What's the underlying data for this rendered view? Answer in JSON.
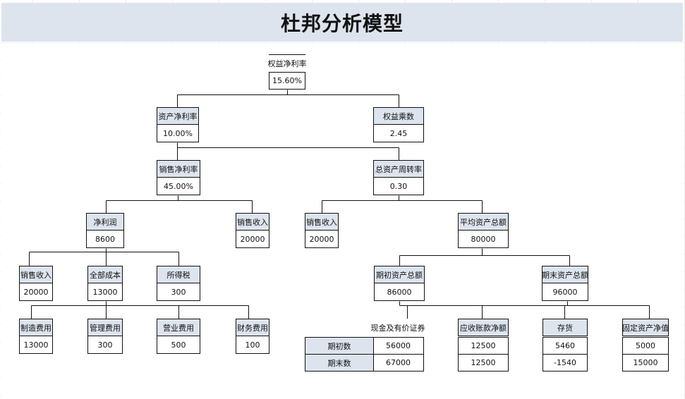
{
  "title": "杜邦分析模型",
  "nodes": {
    "roe": {
      "label": "权益净利率",
      "value": "15.60%"
    },
    "roa": {
      "label": "资产净利率",
      "value": "10.00%"
    },
    "equity_multiplier": {
      "label": "权益乘数",
      "value": "2.45"
    },
    "net_margin": {
      "label": "销售净利率",
      "value": "45.00%"
    },
    "asset_turnover": {
      "label": "总资产周转率",
      "value": "0.30"
    },
    "net_profit": {
      "label": "净利润",
      "value": "8600"
    },
    "sales_a": {
      "label": "销售收入",
      "value": "20000"
    },
    "sales_b": {
      "label": "销售收入",
      "value": "20000"
    },
    "avg_assets": {
      "label": "平均资产总额",
      "value": "80000"
    },
    "sales_c": {
      "label": "销售收入",
      "value": "20000"
    },
    "total_cost": {
      "label": "全部成本",
      "value": "13000"
    },
    "income_tax": {
      "label": "所得税",
      "value": "300"
    },
    "begin_assets": {
      "label": "期初资产总额",
      "value": "86000"
    },
    "end_assets": {
      "label": "期末资产总额",
      "value": "96000"
    },
    "mfg_cost": {
      "label": "制造费用",
      "value": "13000"
    },
    "admin_cost": {
      "label": "管理费用",
      "value": "300"
    },
    "selling_cost": {
      "label": "营业费用",
      "value": "500"
    },
    "finance_cost": {
      "label": "财务费用",
      "value": "100"
    }
  },
  "asset_table": {
    "row_labels": [
      "期初数",
      "期末数"
    ],
    "columns": [
      {
        "label": "现金及有价证券",
        "values": [
          "56000",
          "67000"
        ]
      },
      {
        "label": "应收账款净额",
        "values": [
          "12500",
          "12500"
        ]
      },
      {
        "label": "存货",
        "values": [
          "5460",
          "-1540"
        ]
      },
      {
        "label": "固定资产净值",
        "values": [
          "5000",
          "15000"
        ]
      }
    ]
  }
}
